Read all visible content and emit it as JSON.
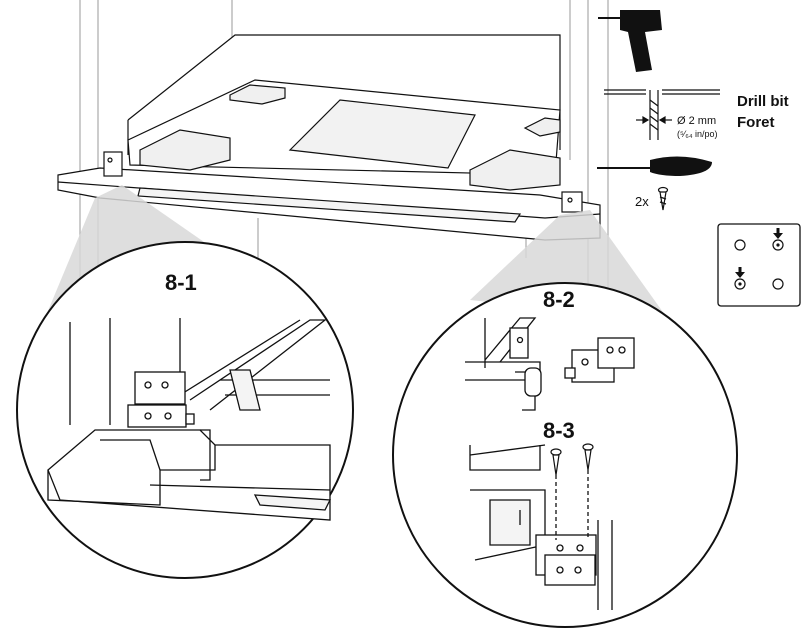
{
  "step_labels": {
    "s81": "8-1",
    "s82": "8-2",
    "s83": "8-3"
  },
  "tools": {
    "drill_bit_label": "Drill bit",
    "foret_label": "Foret",
    "bit_diameter": "Ø 2 mm",
    "bit_diameter_imperial": "(⁵⁄₆₄ in/po)",
    "screw_quantity": "2x"
  },
  "icons": [
    "drill-icon",
    "screwdriver-icon",
    "screw-icon",
    "arrow-down-icon"
  ]
}
